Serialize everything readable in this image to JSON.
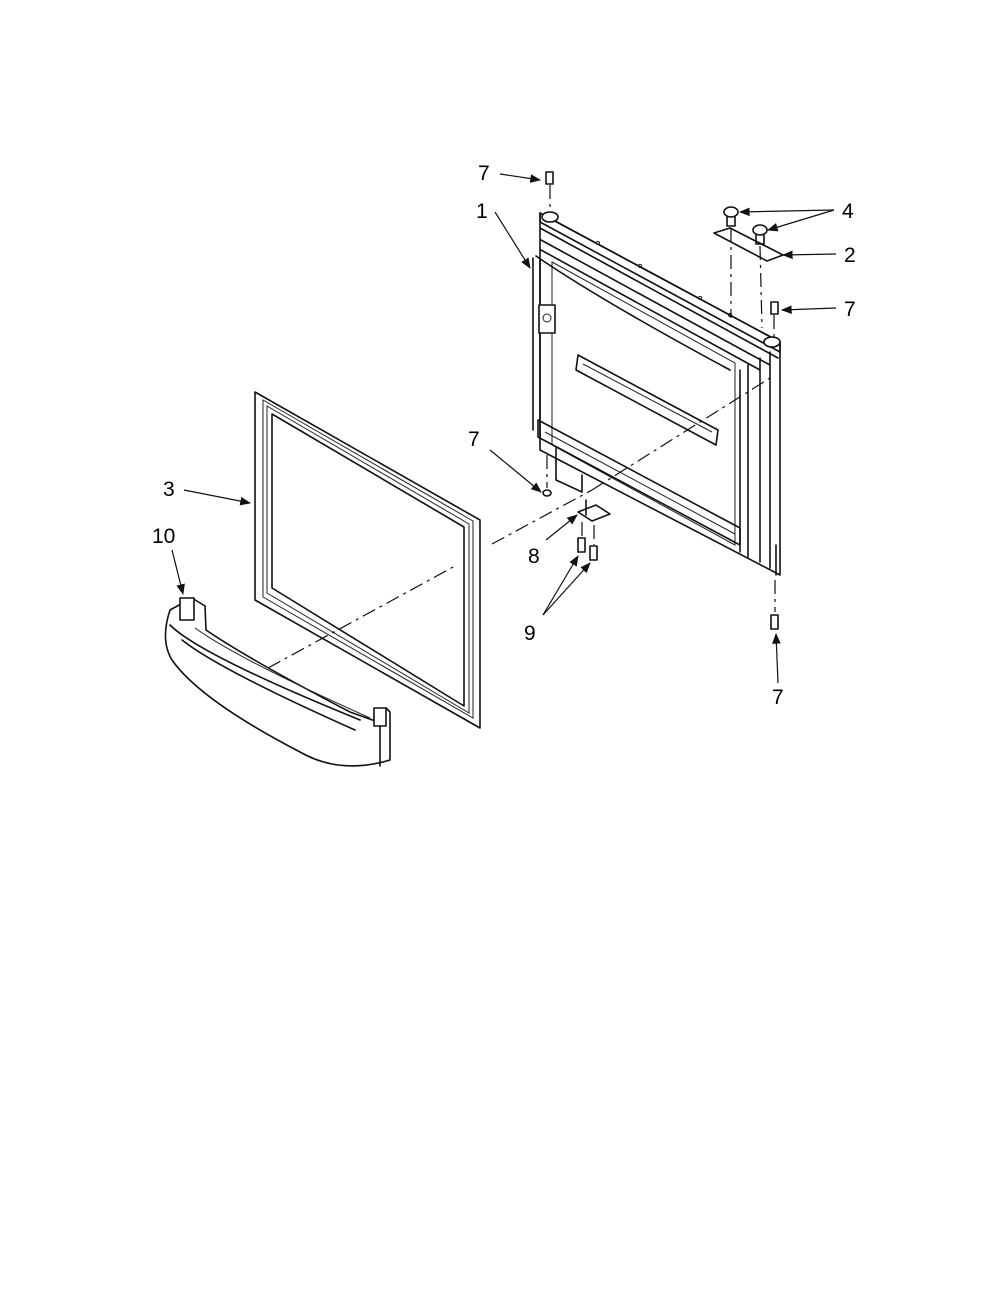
{
  "callouts": {
    "c1": "1",
    "c2": "2",
    "c3": "3",
    "c4": "4",
    "c7_top": "7",
    "c7_right": "7",
    "c7_mid": "7",
    "c7_bottom": "7",
    "c8": "8",
    "c9": "9",
    "c10": "10"
  }
}
